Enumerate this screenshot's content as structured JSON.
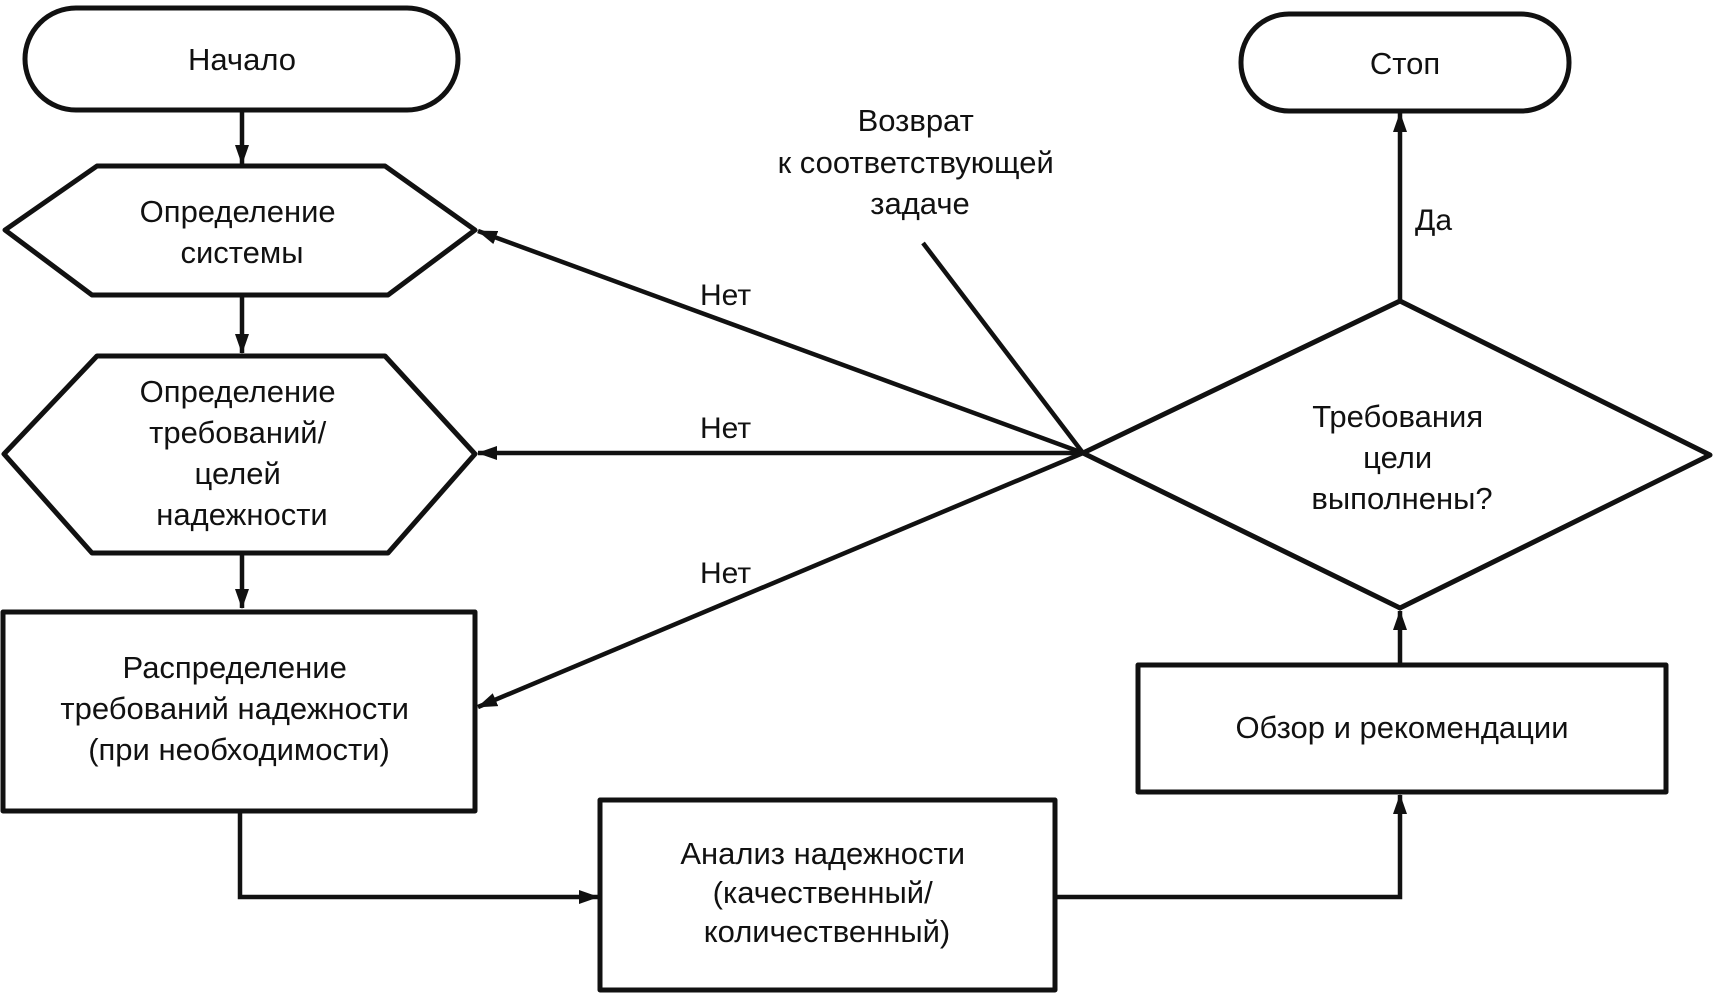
{
  "nodes": {
    "start": {
      "lines": [
        "Начало"
      ]
    },
    "stop": {
      "lines": [
        "Стоп"
      ]
    },
    "define_system": {
      "lines": [
        "Определение",
        "системы"
      ]
    },
    "define_requirements": {
      "lines": [
        "Определение",
        "требований/",
        "целей",
        "надежности"
      ]
    },
    "allocate_requirements": {
      "lines": [
        "Распределение",
        "требований надежности",
        "(при необходимости)"
      ]
    },
    "reliability_analysis": {
      "lines": [
        "Анализ надежности",
        "(качественный/",
        "количественный)"
      ]
    },
    "review": {
      "lines": [
        "Обзор и рекомендации"
      ]
    },
    "decision": {
      "lines": [
        "Требования",
        "цели",
        "выполнены?"
      ]
    }
  },
  "edges": {
    "no_1": "Нет",
    "no_2": "Нет",
    "no_3": "Нет",
    "yes": "Да"
  },
  "annotation": {
    "lines": [
      "Возврат",
      "к соответствующей",
      "задаче"
    ]
  }
}
